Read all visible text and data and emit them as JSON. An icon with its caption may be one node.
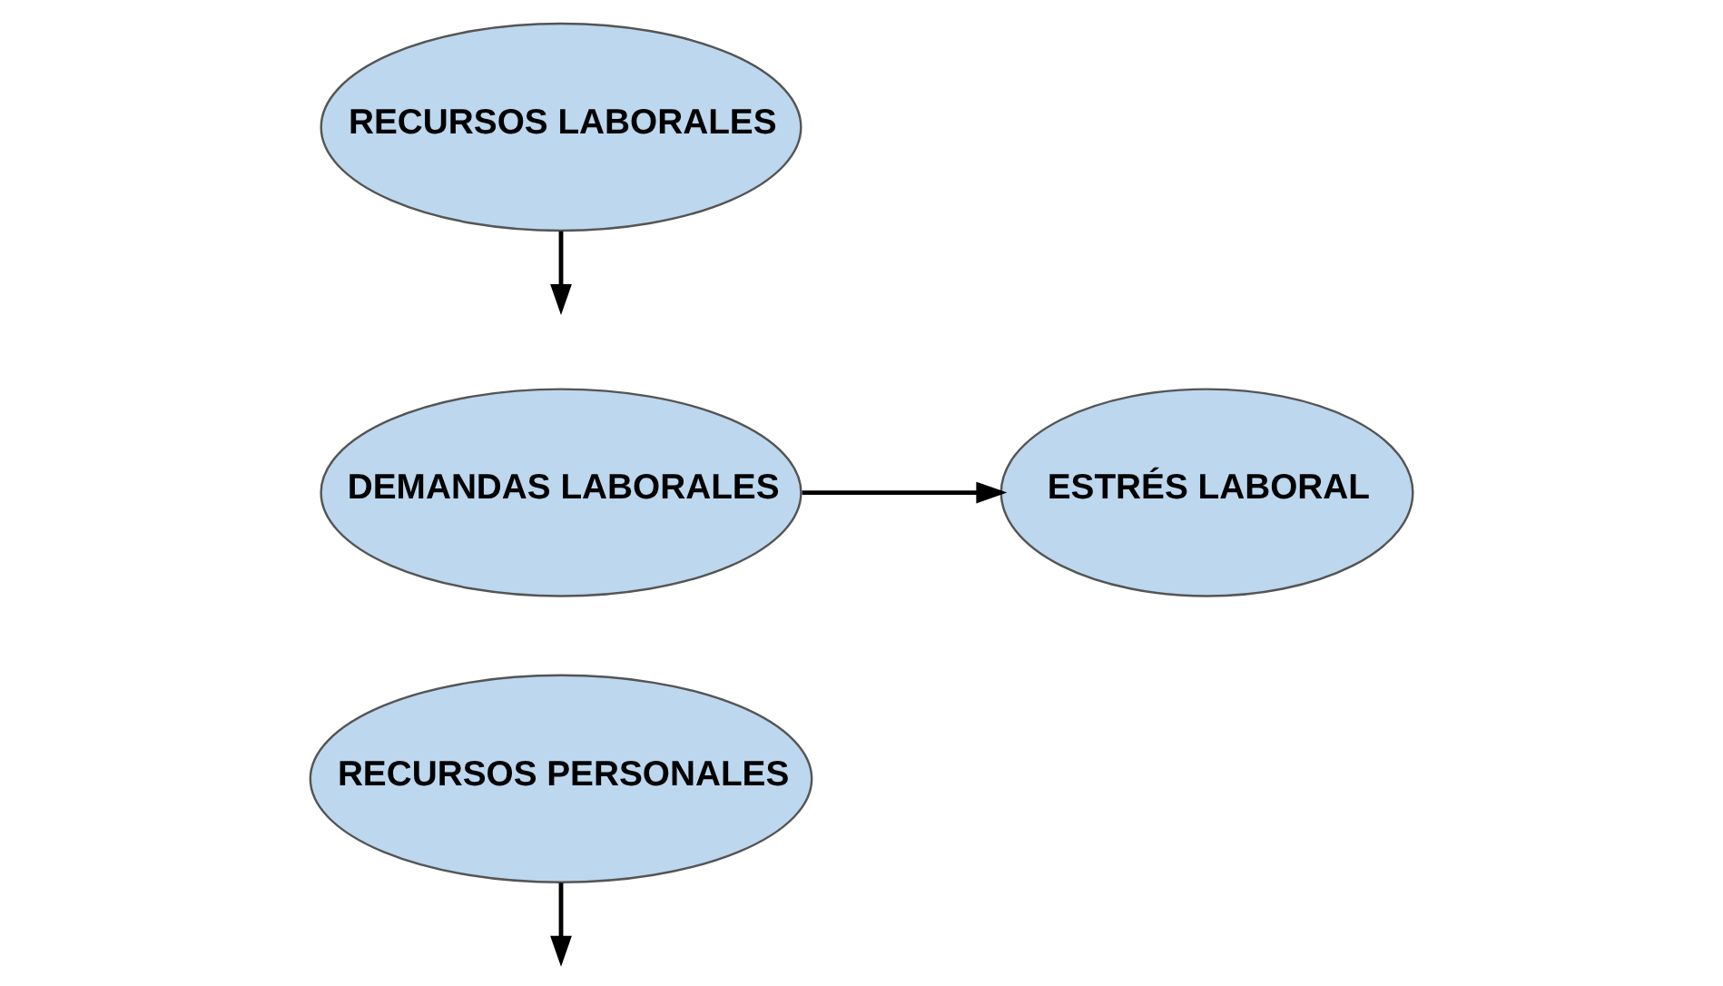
{
  "diagram": {
    "nodes": [
      {
        "text": [
          "RECURSOS PERSONALES"
        ]
      },
      {
        "text": [
          "DEMANDAS LABORALES"
        ]
      },
      {
        "text": [
          "ESTRÉS LABORAL"
        ]
      },
      {
        "text": [
          "RECURSOS LABORALES"
        ]
      }
    ],
    "edges": [
      {
        "from": 1,
        "to": 2,
        "arrow": "to"
      },
      {
        "from": 0,
        "to": null,
        "arrow": "to"
      },
      {
        "from": 3,
        "to": null,
        "arrow": "to"
      }
    ]
  }
}
